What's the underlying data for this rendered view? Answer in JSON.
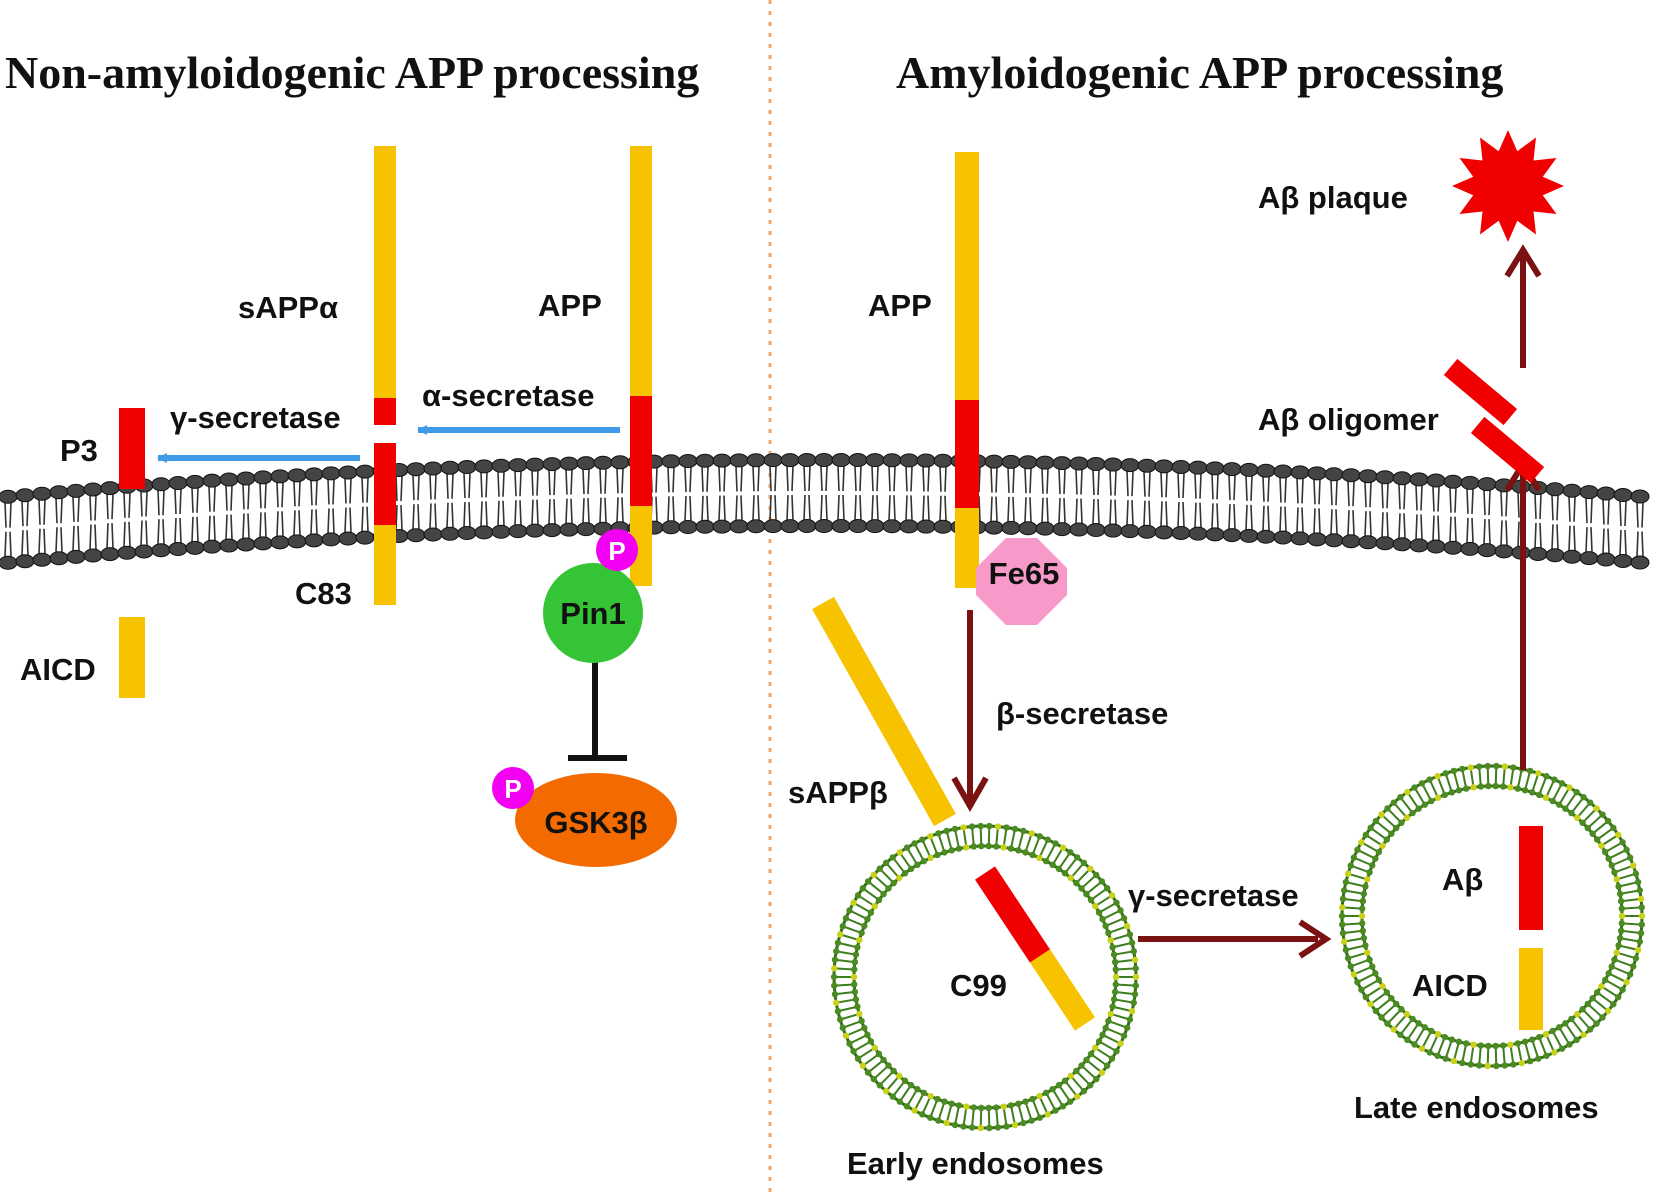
{
  "titles": {
    "left": "Non-amyloidogenic APP processing",
    "right": "Amyloidogenic APP processing"
  },
  "labels": {
    "sappa": "sAPPα",
    "app_left": "APP",
    "gamma_secretase_left": "γ-secretase",
    "alpha_secretase": "α-secretase",
    "p3": "P3",
    "c83": "C83",
    "aicd_left": "AICD",
    "pin1": "Pin1",
    "gsk3b": "GSK3β",
    "phospho": "P",
    "app_right": "APP",
    "fe65": "Fe65",
    "beta_secretase": "β-secretase",
    "sappb": "sAPPβ",
    "c99": "C99",
    "early_endosomes": "Early endosomes",
    "gamma_secretase_right": "γ-secretase",
    "abeta": "Aβ",
    "aicd_right": "AICD",
    "late_endosomes": "Late endosomes",
    "abeta_oligomer": "Aβ oligomer",
    "abeta_plaque": "Aβ plaque"
  },
  "colors": {
    "protein_yellow": "#f7c300",
    "abeta_red": "#f00000",
    "blue_arrow": "#3f9be8",
    "dark_red_arrow": "#7b1212",
    "pin1_green": "#35c435",
    "gsk3b_orange": "#f26a00",
    "phospho_magenta": "#f200f2",
    "fe65_pink": "#f79ac9",
    "membrane_gray": "#444444",
    "endosome_green": "#3e7e1e",
    "divider_orange": "#f2a56a"
  }
}
